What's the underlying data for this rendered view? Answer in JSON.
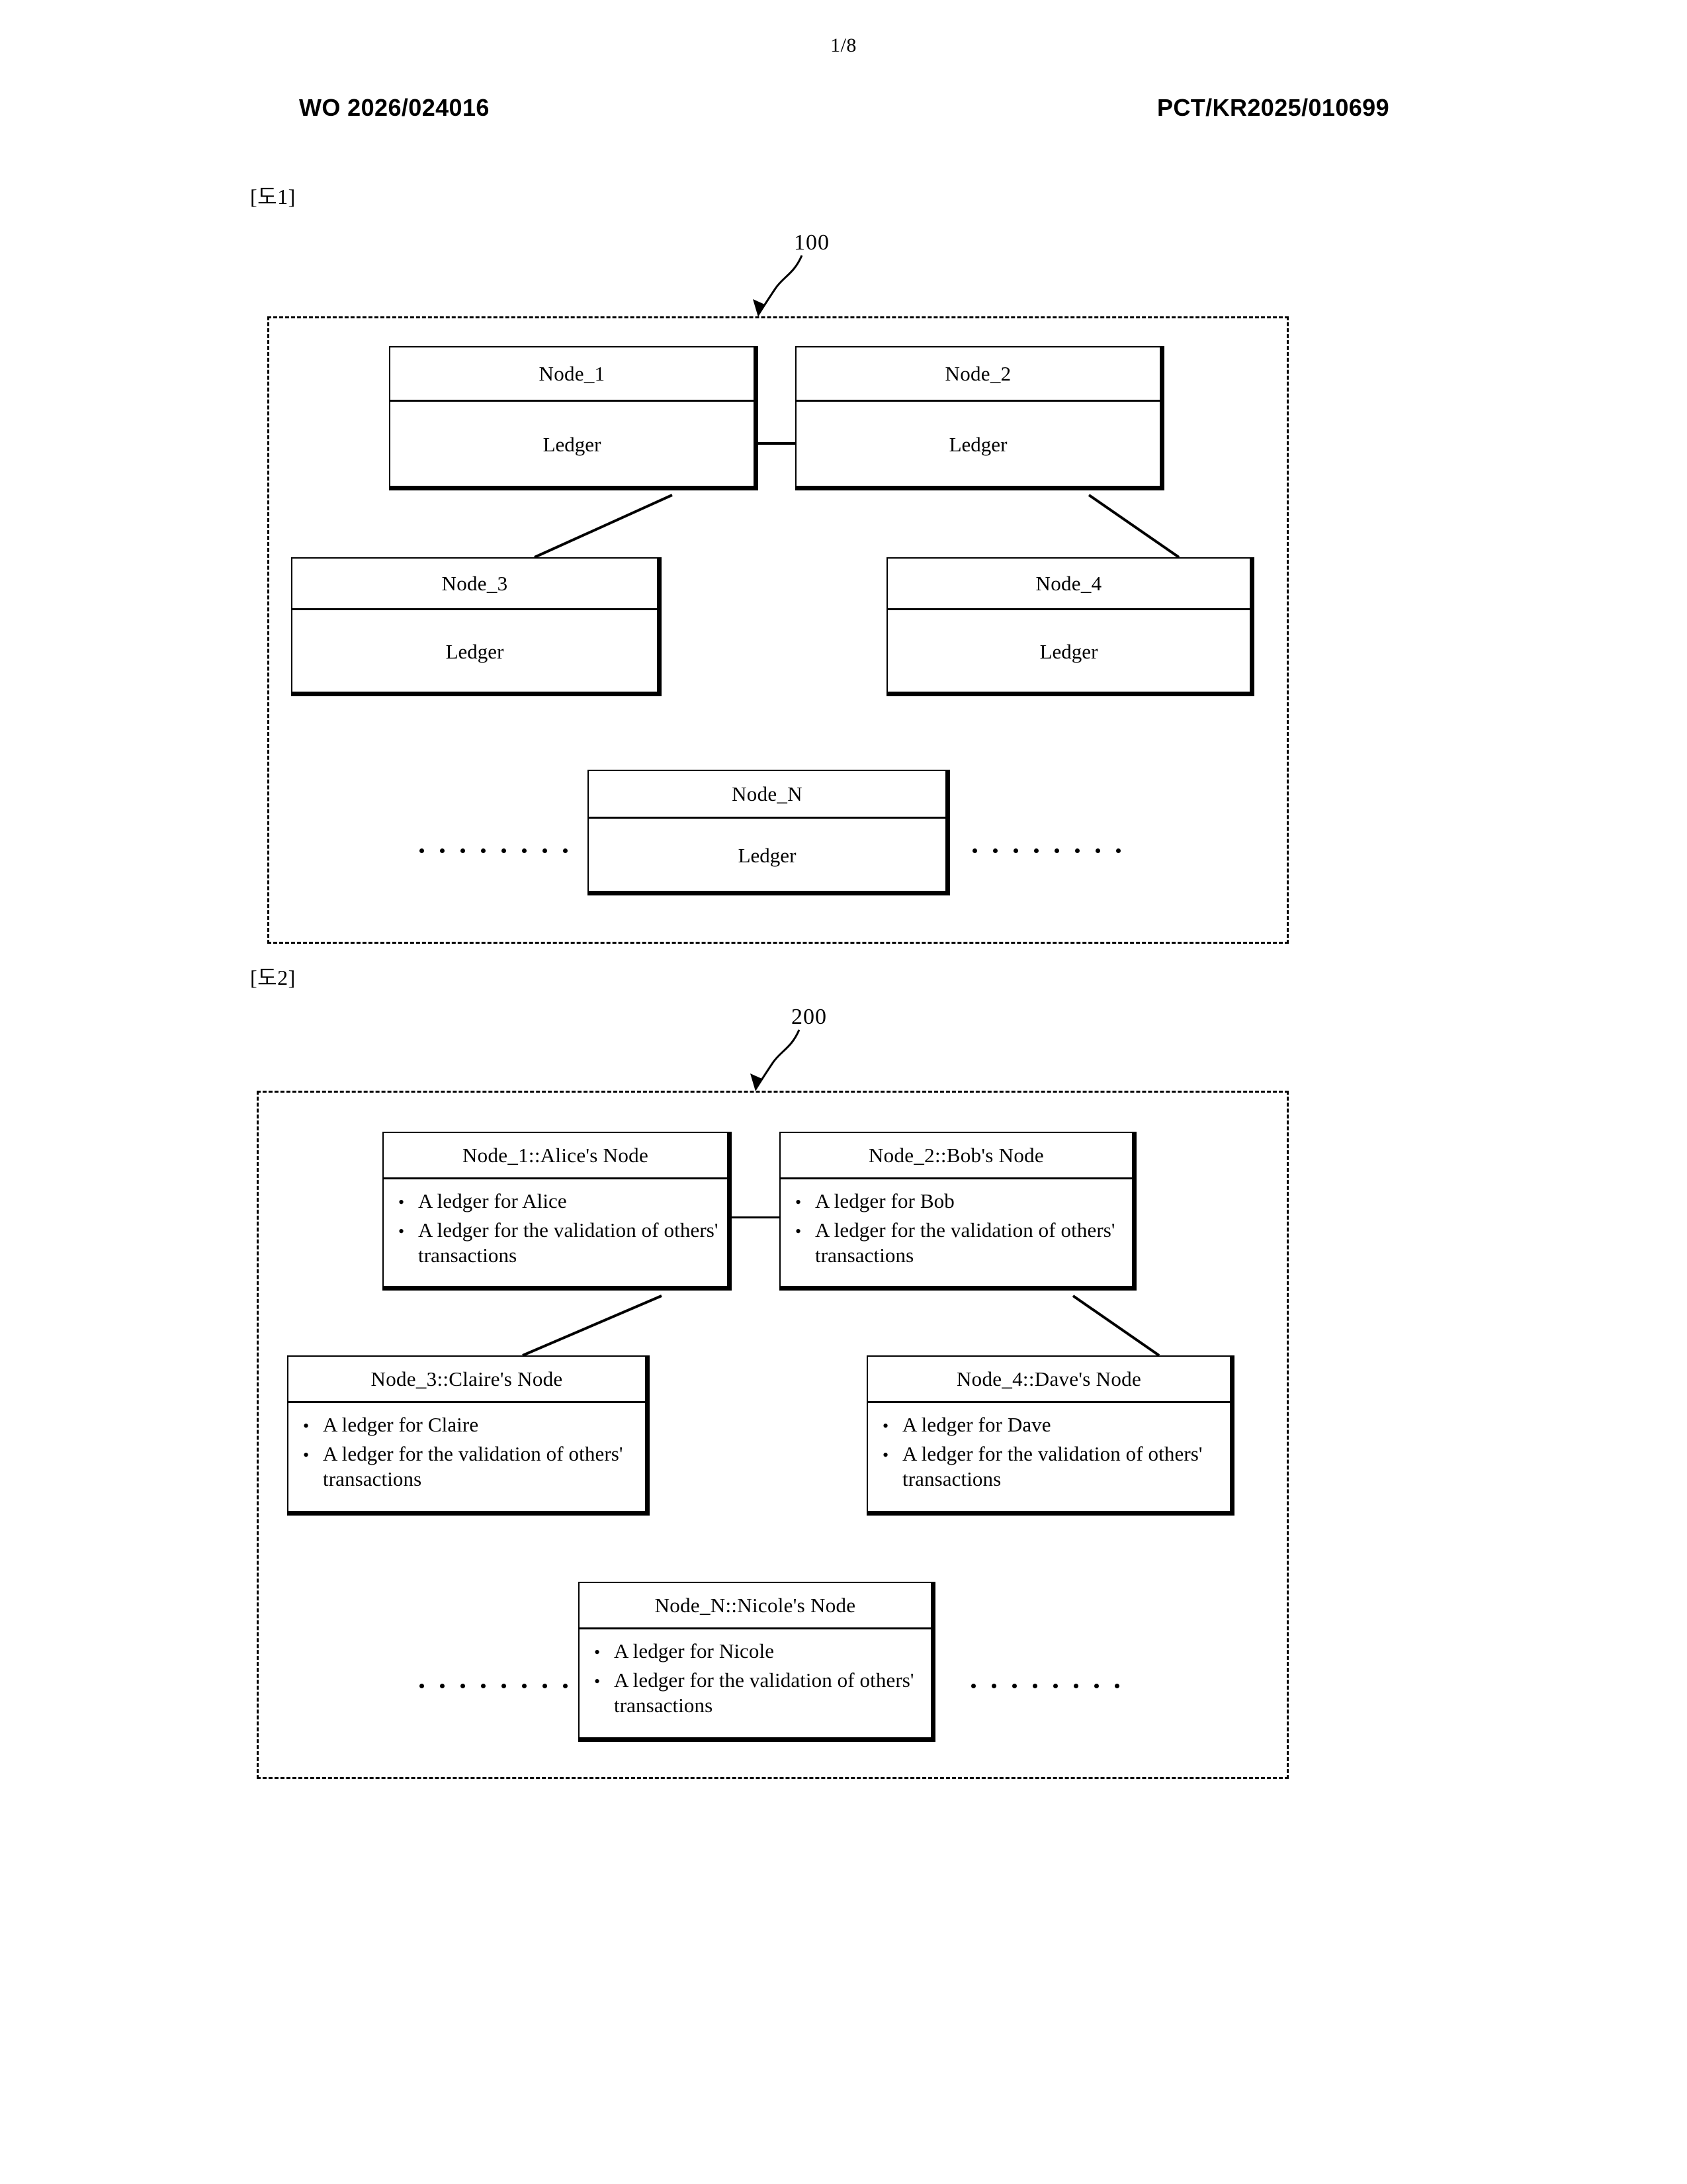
{
  "header": {
    "page_number": "1/8",
    "publication_number": "WO 2026/024016",
    "application_number": "PCT/KR2025/010699"
  },
  "figures": [
    {
      "label": "[도1]",
      "reference_numeral": "100",
      "nodes": [
        {
          "title": "Node_1",
          "body": "Ledger"
        },
        {
          "title": "Node_2",
          "body": "Ledger"
        },
        {
          "title": "Node_3",
          "body": "Ledger"
        },
        {
          "title": "Node_4",
          "body": "Ledger"
        },
        {
          "title": "Node_N",
          "body": "Ledger"
        }
      ],
      "ellipsis_dot_count": 8
    },
    {
      "label": "[도2]",
      "reference_numeral": "200",
      "nodes": [
        {
          "title": "Node_1::Alice's Node",
          "bullets": [
            "A ledger for Alice",
            "A ledger for the validation of others' transactions"
          ]
        },
        {
          "title": "Node_2::Bob's Node",
          "bullets": [
            "A ledger for Bob",
            "A ledger for the validation of others' transactions"
          ]
        },
        {
          "title": "Node_3::Claire's Node",
          "bullets": [
            "A ledger for Claire",
            "A ledger for the validation of others' transactions"
          ]
        },
        {
          "title": "Node_4::Dave's Node",
          "bullets": [
            "A ledger for Dave",
            "A ledger for the validation of others' transactions"
          ]
        },
        {
          "title": "Node_N::Nicole's Node",
          "bullets": [
            "A ledger for Nicole",
            "A ledger for the validation of others' transactions"
          ]
        }
      ],
      "ellipsis_dot_count": 8
    }
  ],
  "colors": {
    "ink": "#000000",
    "paper": "#ffffff"
  }
}
